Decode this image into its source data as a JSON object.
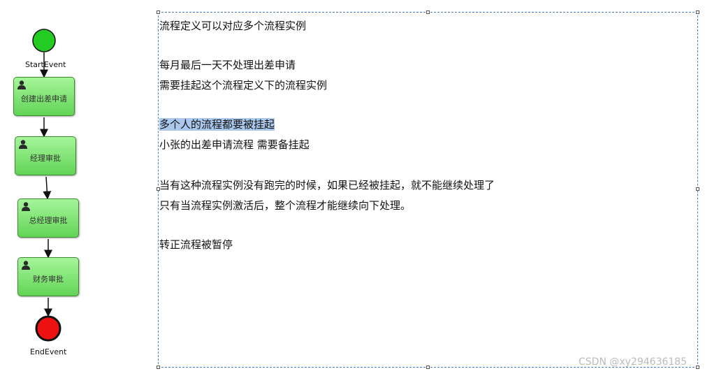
{
  "diagram": {
    "start_label": "StartEvent",
    "end_label": "EndEvent",
    "tasks": [
      "创建出差申请",
      "经理审批",
      "总经理审批",
      "财务审批"
    ],
    "colors": {
      "start": "#22cc22",
      "end": "#ee1111",
      "task": "#7de06e"
    }
  },
  "notes": {
    "line1": "流程定义可以对应多个流程实例",
    "line2": "每月最后一天不处理出差申请",
    "line3": "需要挂起这个流程定义下的流程实例",
    "line4": "多个人的流程都要被挂起",
    "line5": "小张的出差申请流程 需要备挂起",
    "line6": "当有这种流程实例没有跑完的时候，如果已经被挂起，就不能继续处理了",
    "line7": "只有当流程实例激活后，整个流程才能继续向下处理。",
    "line8": "转正流程被暂停"
  },
  "watermark": "CSDN @xy294636185"
}
